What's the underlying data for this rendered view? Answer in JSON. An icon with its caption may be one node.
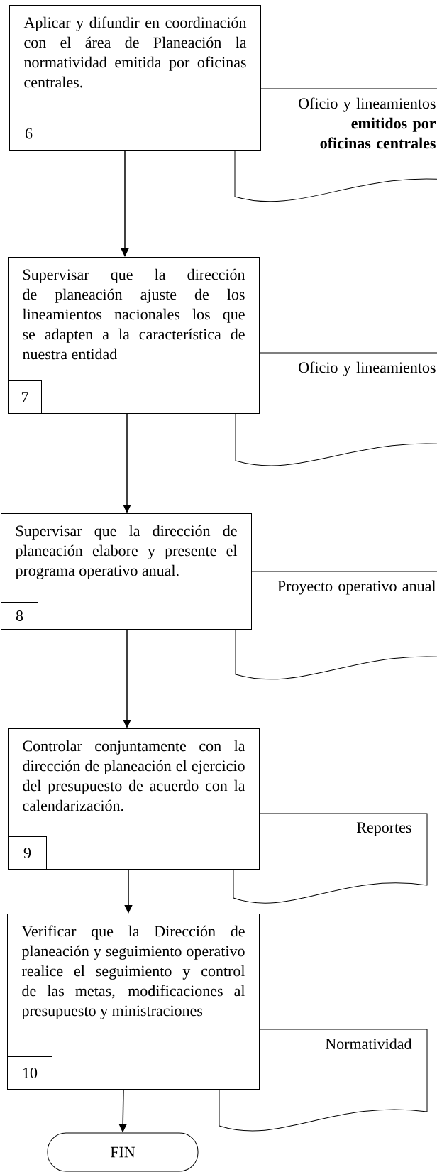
{
  "diagram": {
    "nodes": [
      {
        "text": [
          "Aplicar y difundir en coordinación con el área de Planeación la normatividad emitida por oficinas centrales."
        ]
      },
      {
        "text": [
          "6"
        ],
        "in": 0
      },
      {
        "text": [
          "Oficio y lineamientos **emitidos por oficinas centrales**"
        ]
      },
      {
        "text": [
          "Supervisar que la dirección de planeación ajuste de los lineamientos nacionales los que se adapten a la característica de nuestra entidad"
        ]
      },
      {
        "text": [
          "7"
        ],
        "in": 3
      },
      {
        "text": [
          "Oficio y lineamientos"
        ]
      },
      {
        "text": [
          "Supervisar que la dirección de planeación elabore y presente el programa operativo anual."
        ]
      },
      {
        "text": [
          "8"
        ],
        "in": 6
      },
      {
        "text": [
          "Proyecto operativo anual"
        ]
      },
      {
        "text": [
          "Controlar conjuntamente con la dirección de planeación el ejercicio del presupuesto de acuerdo con la calendarización."
        ]
      },
      {
        "text": [
          "9"
        ],
        "in": 9
      },
      {
        "text": [
          "Reportes"
        ]
      },
      {
        "text": [
          "Verificar que la Dirección de planeación y seguimiento operativo realice el seguimiento y control de las metas, modificaciones al presupuesto y ministraciones"
        ]
      },
      {
        "text": [
          "10"
        ],
        "in": 12
      },
      {
        "text": [
          "Normatividad"
        ]
      },
      {
        "text": [
          "FIN"
        ]
      }
    ],
    "edges": [
      {
        "from": 0,
        "to": 3,
        "arrow": "to"
      },
      {
        "from": 3,
        "to": 6,
        "arrow": "to"
      },
      {
        "from": 6,
        "to": 9,
        "arrow": "to"
      },
      {
        "from": 9,
        "to": 12,
        "arrow": "to"
      },
      {
        "from": 12,
        "to": 15,
        "arrow": "to"
      }
    ]
  }
}
